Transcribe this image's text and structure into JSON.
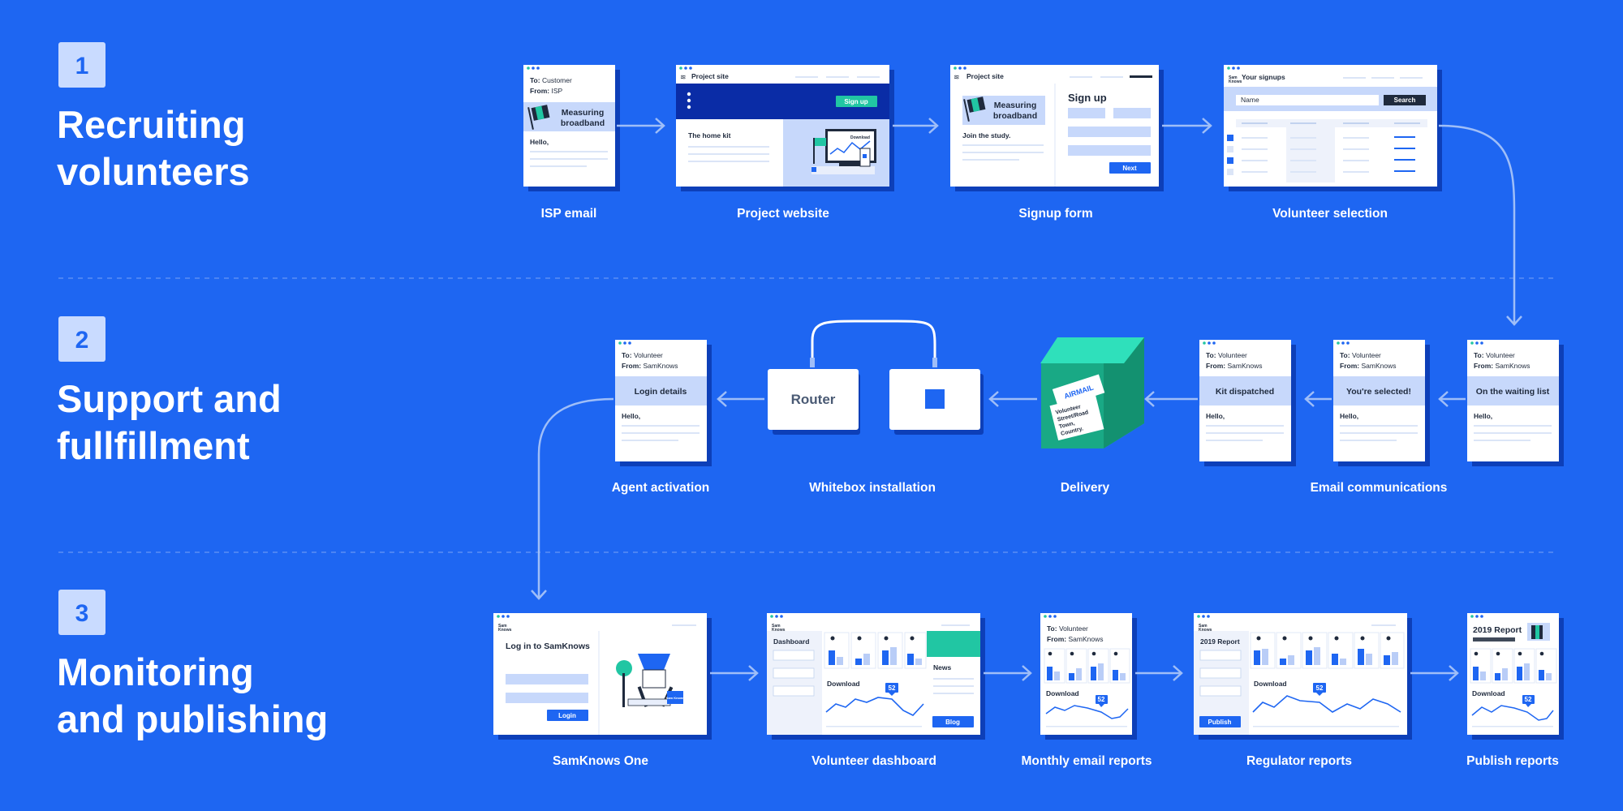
{
  "sections": [
    {
      "number": "1",
      "title_line1": "Recruiting",
      "title_line2": "volunteers"
    },
    {
      "number": "2",
      "title_line1": "Support and",
      "title_line2": "fullfillment"
    },
    {
      "number": "3",
      "title_line1": "Monitoring",
      "title_line2": "and publishing"
    }
  ],
  "steps": {
    "isp_email": "ISP email",
    "project_website": "Project website",
    "signup_form": "Signup form",
    "volunteer_selection": "Volunteer selection",
    "email_communications": "Email communications",
    "delivery": "Delivery",
    "whitebox_installation": "Whitebox installation",
    "agent_activation": "Agent activation",
    "samknows_one": "SamKnows One",
    "volunteer_dashboard": "Volunteer dashboard",
    "monthly_email_reports": "Monthly email reports",
    "regulator_reports": "Regulator reports",
    "publish_reports": "Publish reports"
  },
  "cards": {
    "isp_email": {
      "to_label": "To:",
      "to": "Customer",
      "from_label": "From:",
      "from": "ISP",
      "heading_line1": "Measuring",
      "heading_line2": "broadband",
      "greeting": "Hello,"
    },
    "project_website": {
      "site": "Project site",
      "signup_button": "Sign up",
      "kit": "The home kit",
      "download": "Download"
    },
    "signup_form": {
      "site": "Project site",
      "heading_line1": "Measuring",
      "heading_line2": "broadband",
      "join": "Join the study.",
      "form_title": "Sign up",
      "next_button": "Next"
    },
    "volunteer_selection": {
      "header": "Your signups",
      "search_placeholder": "Name",
      "search_button": "Search"
    },
    "waiting_email": {
      "to_label": "To:",
      "to": "Volunteer",
      "from_label": "From:",
      "from": "SamKnows",
      "heading": "On the waiting list",
      "greeting": "Hello,"
    },
    "selected_email": {
      "to_label": "To:",
      "to": "Volunteer",
      "from_label": "From:",
      "from": "SamKnows",
      "heading": "You're selected!",
      "greeting": "Hello,"
    },
    "dispatched_email": {
      "to_label": "To:",
      "to": "Volunteer",
      "from_label": "From:",
      "from": "SamKnows",
      "heading": "Kit dispatched",
      "greeting": "Hello,"
    },
    "delivery": {
      "stamp": "AIRMAIL",
      "address_line1": "Volunteer",
      "address_line2": "Street/Road",
      "address_line3": "Town,",
      "address_line4": "Country."
    },
    "router": {
      "label": "Router"
    },
    "login_email": {
      "to_label": "To:",
      "to": "Volunteer",
      "from_label": "From:",
      "from": "SamKnows",
      "heading": "Login details",
      "greeting": "Hello,"
    },
    "samknows_one": {
      "brand_line1": "Sam",
      "brand_line2": "Knows",
      "heading": "Log in to SamKnows",
      "login_button": "Login",
      "sign": "Sam Knows"
    },
    "volunteer_dashboard": {
      "brand_line1": "Sam",
      "brand_line2": "Knows",
      "nav_title": "Dashboard",
      "news": "News",
      "download": "Download",
      "value": "52",
      "blog_button": "Blog"
    },
    "monthly_email": {
      "to_label": "To:",
      "to": "Volunteer",
      "from_label": "From:",
      "from": "SamKnows",
      "download": "Download",
      "value": "52"
    },
    "regulator": {
      "brand_line1": "Sam",
      "brand_line2": "Knows",
      "report_title": "2019 Report",
      "publish_button": "Publish",
      "download": "Download",
      "value": "52"
    },
    "publish": {
      "report_title": "2019 Report",
      "download": "Download",
      "value": "52"
    }
  },
  "colors": {
    "background": "#1e66f2",
    "accent": "#21c6a3",
    "navy": "#0a2ca6",
    "label_bg": "#c9dbff"
  }
}
